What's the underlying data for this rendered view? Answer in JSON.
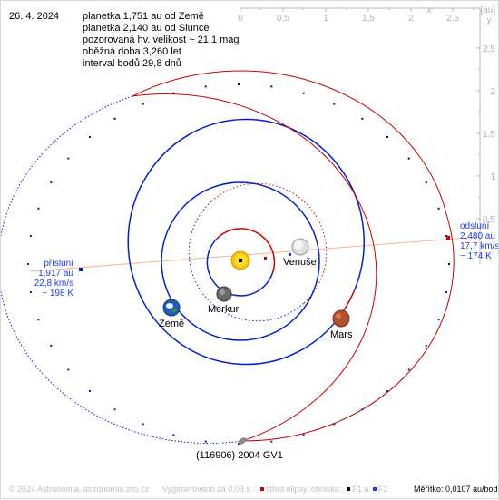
{
  "date": "26. 4. 2024",
  "info": {
    "line1": "planetka 1,751 au od Země",
    "line2": "planetka 2,140 au od Slunce",
    "line3": "pozorovaná hv. velikost ~ 21,1 mag",
    "line4": "oběžná doba 3,260 let",
    "line5": "interval bodů 29,8 dnů"
  },
  "axis": {
    "x_ticks": [
      "0",
      "0,5",
      "1",
      "1,5",
      "2",
      "2,5"
    ],
    "y_ticks": [
      "2,5",
      "2",
      "1,5",
      "1",
      "0,5"
    ],
    "x_label": "x",
    "unit": "[au]",
    "y_label": "y"
  },
  "perihelion": {
    "title": "přísluní",
    "dist": "1,917 au",
    "speed": "22,8 km/s",
    "temp": "~ 198 K"
  },
  "aphelion": {
    "title": "odsluní",
    "dist": "2,480 au",
    "speed": "17,7 km/s",
    "temp": "~ 174 K"
  },
  "bodies": {
    "venus": "Venuše",
    "mercury": "Merkur",
    "earth": "Země",
    "mars": "Mars",
    "asteroid": "(116906) 2004 GV1"
  },
  "footer": {
    "copyright": "© 2024 Astronomia, astronomia.zcu.cz",
    "generated": "Vygenerováno za 0,09 s",
    "legend_center": "střed elipsy, ohniska",
    "legend_f1": "F1 a",
    "legend_f2": "F2",
    "scale": "Měřítko: 0,0107 au/bod"
  },
  "colors": {
    "orbit_red": "#cc0000",
    "orbit_blue": "#0022cc",
    "apsides_line": "#f2b48a",
    "axis": "#b0b0b0",
    "label_blue": "#1a3cff"
  }
}
